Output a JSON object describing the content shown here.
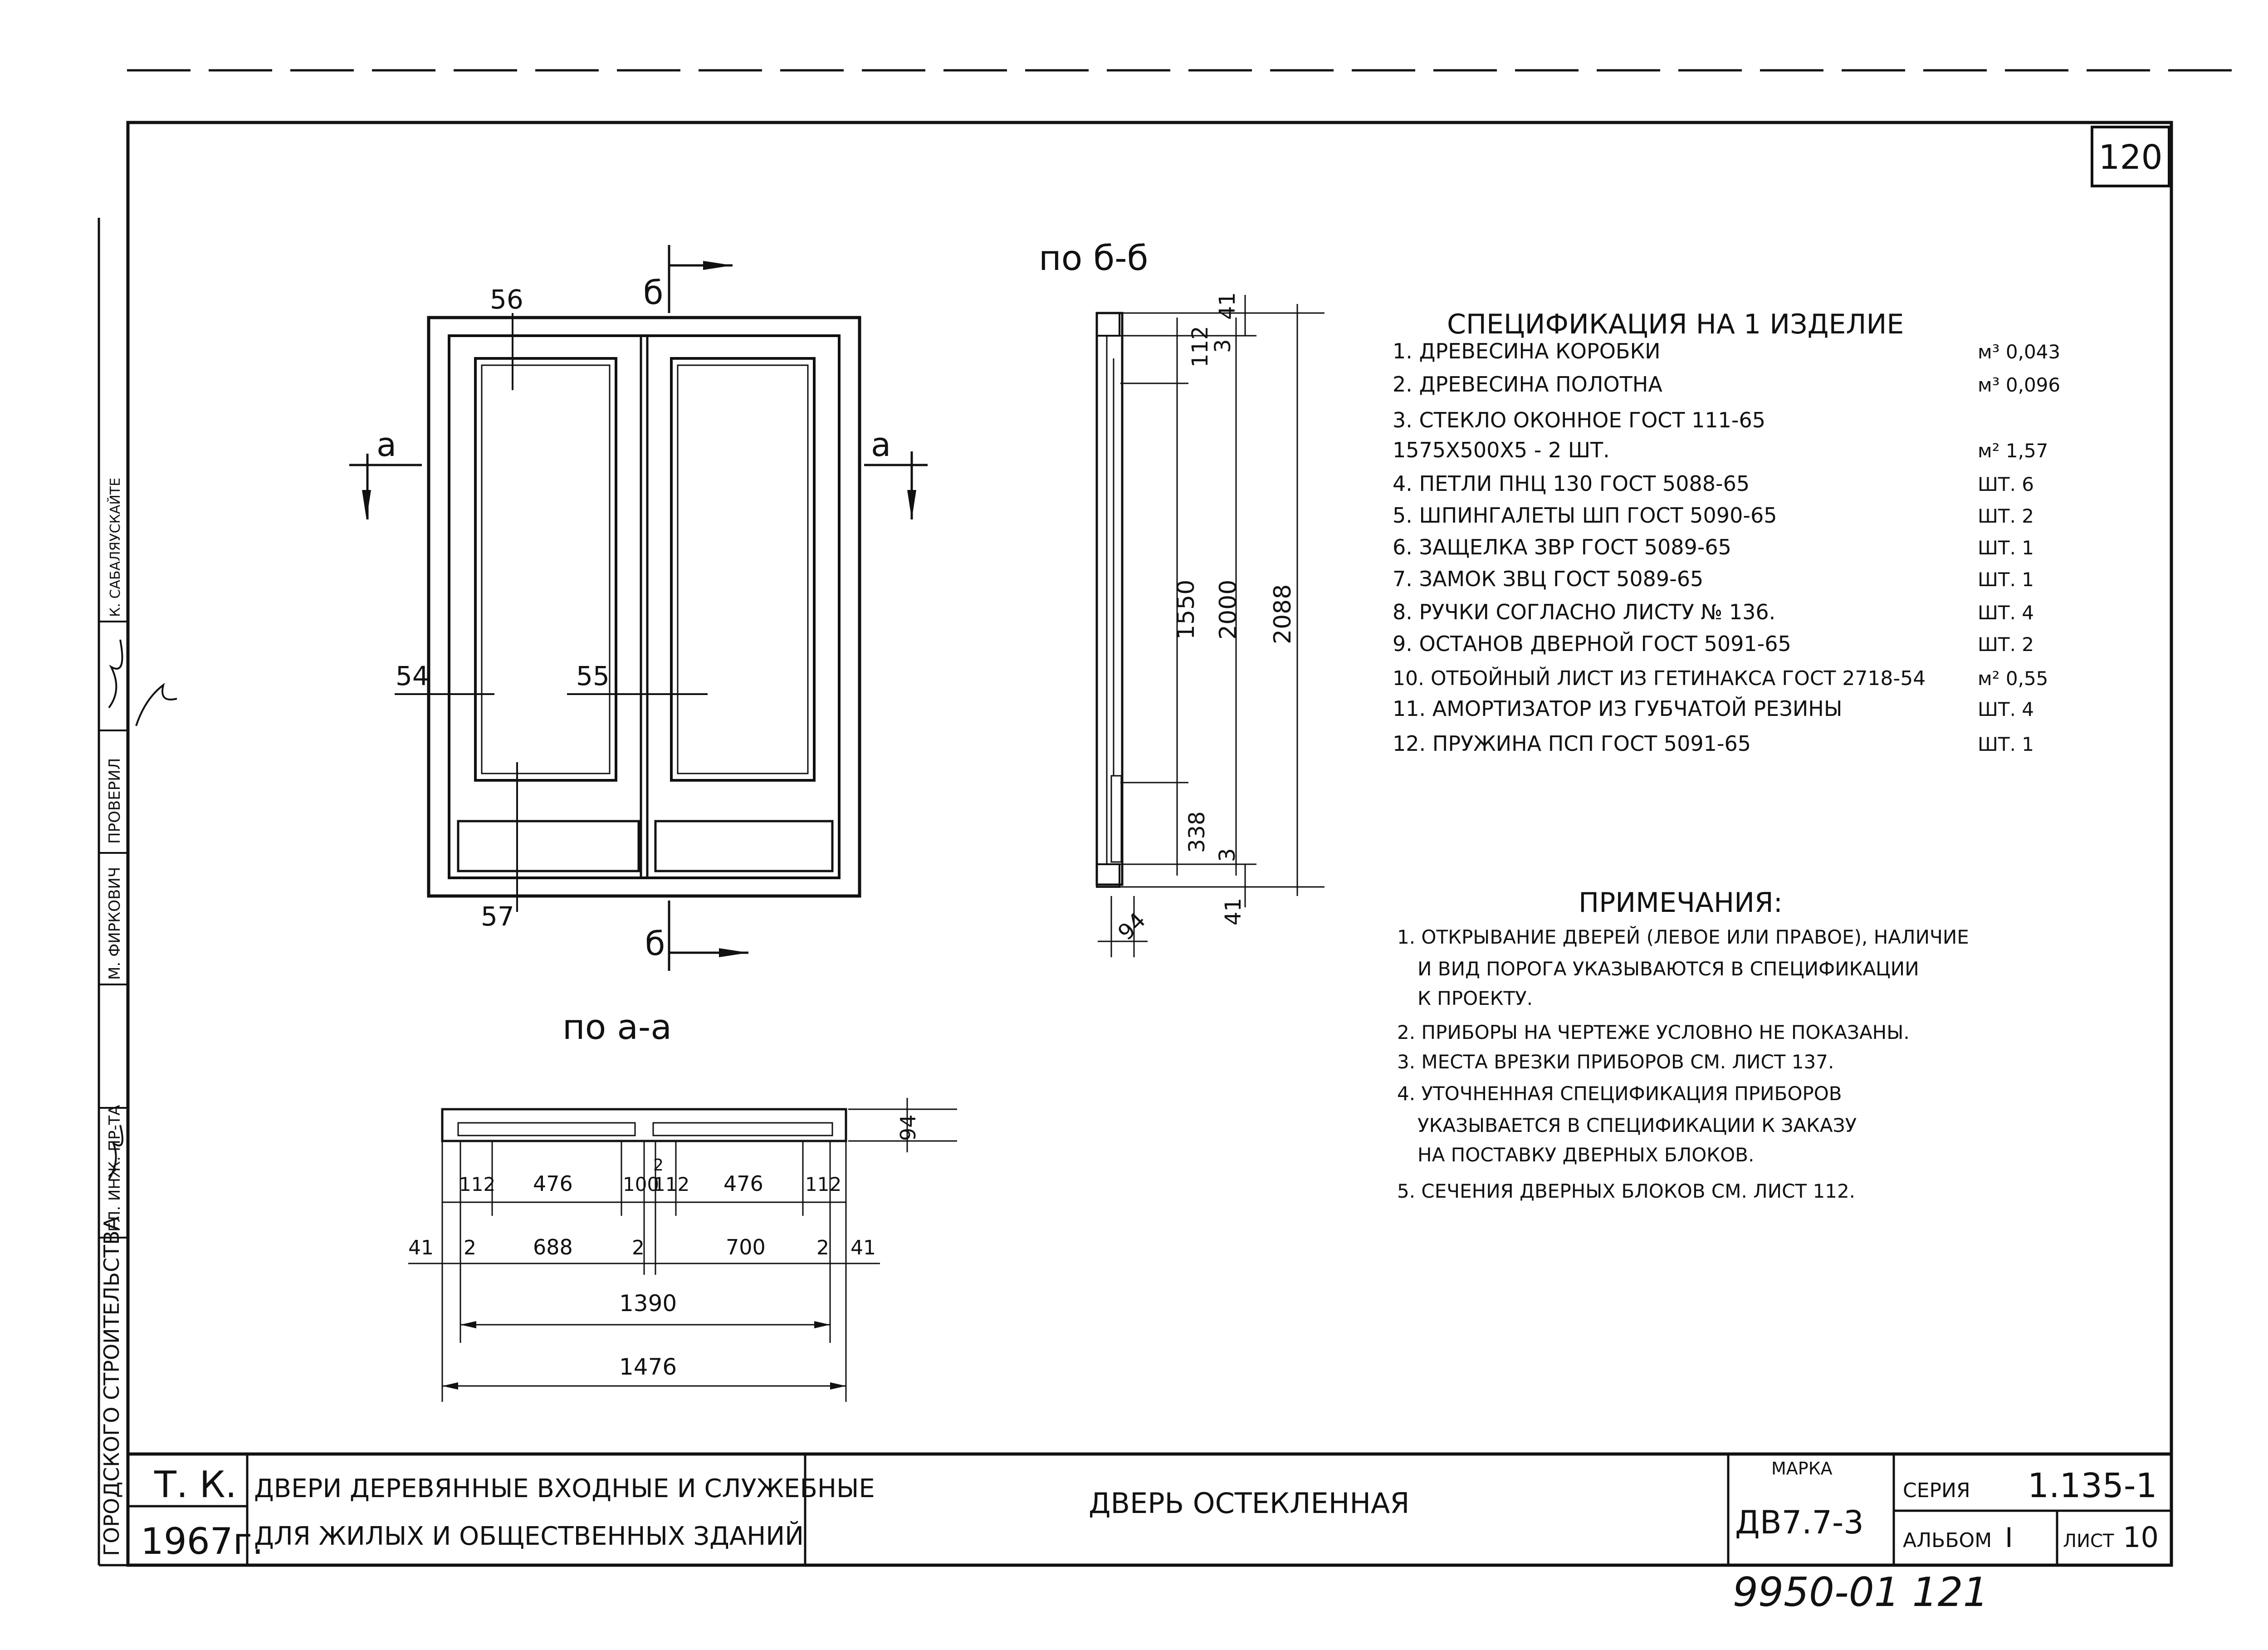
{
  "sheet_number": "120",
  "archive_number": "9950-01 121",
  "section_bb": {
    "title": "по б-б",
    "dims": [
      "41",
      "112",
      "3",
      "1550",
      "2000",
      "2088",
      "338",
      "3",
      "41",
      "94"
    ]
  },
  "section_aa": {
    "title": "по а-а",
    "dim_94": "94",
    "row1": [
      "112",
      "476",
      "100",
      "2",
      "112",
      "476",
      "112"
    ],
    "row2": [
      "41",
      "2",
      "688",
      "2",
      "700",
      "2",
      "41"
    ],
    "total_inner": "1390",
    "total_outer": "1476"
  },
  "elevation": {
    "cut_a_left": "а",
    "cut_a_right": "а",
    "cut_b_top": "б",
    "cut_b_bottom": "б",
    "labels": [
      "56",
      "54",
      "55",
      "57"
    ]
  },
  "specification": {
    "title": "СПЕЦИФИКАЦИЯ НА 1 ИЗДЕЛИЕ",
    "items": [
      {
        "text": "1. ДРЕВЕСИНА   КОРОБКИ",
        "unit": "м³ 0,043"
      },
      {
        "text": "2. ДРЕВЕСИНА   ПОЛОТНА",
        "unit": "м³ 0,096"
      },
      {
        "text": "3. СТЕКЛО ОКОННОЕ ГОСТ 111-65",
        "unit": ""
      },
      {
        "text": "   1575X500X5 - 2 ШТ.",
        "unit": "м² 1,57"
      },
      {
        "text": "4. ПЕТЛИ ПНЦ 130 ГОСТ 5088-65",
        "unit": "ШТ. 6"
      },
      {
        "text": "5. ШПИНГАЛЕТЫ ШП ГОСТ 5090-65",
        "unit": "ШТ. 2"
      },
      {
        "text": "6. ЗАЩЕЛКА ЗВР  ГОСТ 5089-65",
        "unit": "ШТ. 1"
      },
      {
        "text": "7. ЗАМОК   ЗВЦ ГОСТ 5089-65",
        "unit": "ШТ. 1"
      },
      {
        "text": "8. РУЧКИ СОГЛАСНО ЛИСТУ № 136.",
        "unit": "ШТ. 4"
      },
      {
        "text": "9. ОСТАНОВ ДВЕРНОЙ ГОСТ 5091-65",
        "unit": "ШТ. 2"
      },
      {
        "text": "10. ОТБОЙНЫЙ ЛИСТ ИЗ ГЕТИНАКСА ГОСТ 2718-54",
        "unit": "м² 0,55"
      },
      {
        "text": "11. АМОРТИЗАТОР ИЗ ГУБЧАТОЙ РЕЗИНЫ",
        "unit": "ШТ. 4"
      },
      {
        "text": "12. ПРУЖИНА ПСП    ГОСТ 5091-65",
        "unit": "ШТ. 1"
      }
    ]
  },
  "notes": {
    "title": "ПРИМЕЧАНИЯ:",
    "lines": [
      "1. ОТКРЫВАНИЕ ДВЕРЕЙ (ЛЕВОЕ ИЛИ ПРАВОЕ), НАЛИЧИЕ",
      "И ВИД ПОРОГА УКАЗЫВАЮТСЯ В СПЕЦИФИКАЦИИ",
      "К ПРОЕКТУ.",
      "2. ПРИБОРЫ НА ЧЕРТЕЖЕ УСЛОВНО НЕ ПОКАЗАНЫ.",
      "3. МЕСТА ВРЕЗКИ ПРИБОРОВ СМ. ЛИСТ 137.",
      "4. УТОЧНЕННАЯ СПЕЦИФИКАЦИЯ ПРИБОРОВ",
      "УКАЗЫВАЕТСЯ В СПЕЦИФИКАЦИИ К ЗАКАЗУ",
      "НА ПОСТАВКУ ДВЕРНЫХ БЛОКОВ.",
      "5. СЕЧЕНИЯ ДВЕРНЫХ БЛОКОВ СМ. ЛИСТ 112."
    ]
  },
  "left_strip": {
    "org": "ГОРОДСКОГО СТРОИТЕЛЬСТВА",
    "roles": [
      "ГЛ. ИНЖ. ПР-ТА",
      "М. ФИРКОВИЧ",
      "ПРОВЕРИЛ",
      "К. САБАЛЯУСКАЙТЕ"
    ]
  },
  "title_block": {
    "org_code": "Т. К.",
    "year": "1967г.",
    "subject_line1": "ДВЕРИ ДЕРЕВЯННЫЕ ВХОДНЫЕ И СЛУЖЕБНЫЕ",
    "subject_line2": "ДЛЯ ЖИЛЫХ И ОБЩЕСТВЕННЫХ ЗДАНИЙ",
    "drawing_title": "ДВЕРЬ ОСТЕКЛЕННАЯ",
    "marka_label": "МАРКА",
    "marka_value": "ДВ7.7-3",
    "series_label": "СЕРИЯ",
    "series_value": "1.135-1",
    "album_label": "АЛЬБОМ",
    "album_value": "I",
    "sheet_label": "ЛИСТ",
    "sheet_value": "10"
  }
}
